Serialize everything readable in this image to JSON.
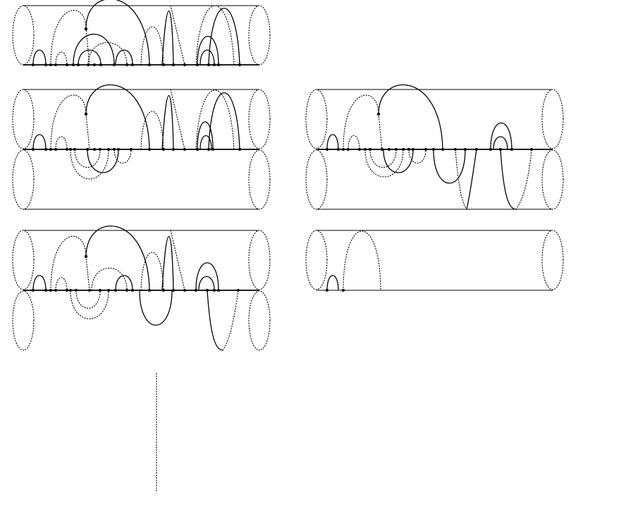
{
  "figure": {
    "panels": [
      {
        "name": "panel-top-left",
        "cylinders": 1
      },
      {
        "name": "panel-middle-left",
        "cylinders": 2
      },
      {
        "name": "panel-middle-right",
        "cylinders": 2
      },
      {
        "name": "panel-bottom-left",
        "cylinders": 2,
        "lower_open": true
      },
      {
        "name": "panel-bottom-right",
        "cylinders": 1
      }
    ],
    "standalone_dotted_line": true
  },
  "colors": {
    "stroke": "#000000",
    "background": "#ffffff"
  }
}
